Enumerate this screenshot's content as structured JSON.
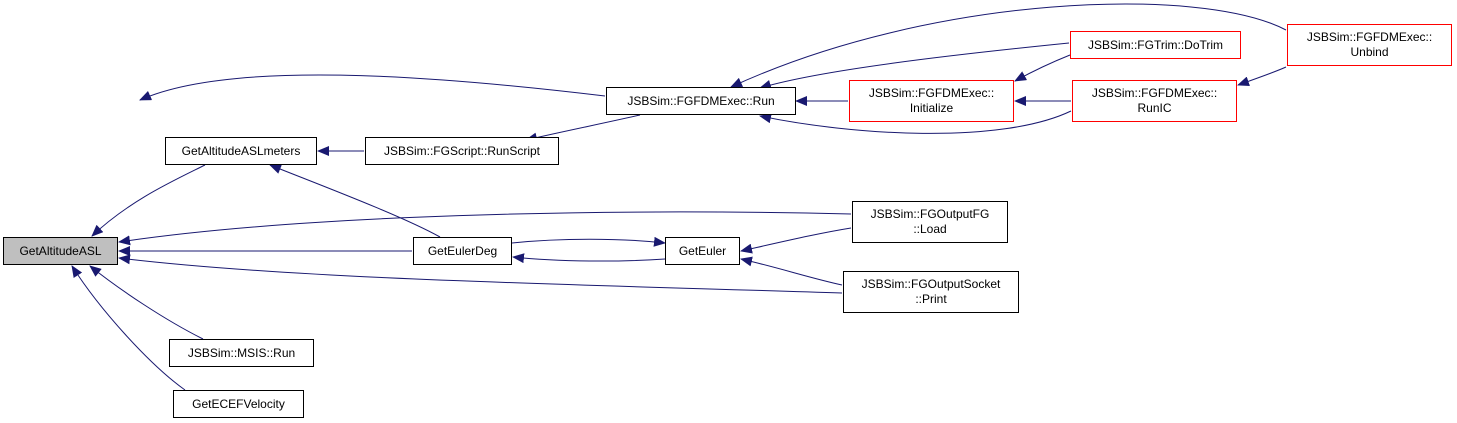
{
  "colors": {
    "edge": "#191970",
    "node_border": "#000000",
    "incomplete_border": "#ff0000",
    "current_fill": "#bfbfbf"
  },
  "nodes": {
    "GetAltitudeASL": {
      "lines": [
        "GetAltitudeASL"
      ],
      "status": "current"
    },
    "GetAltitudeASLmeters": {
      "lines": [
        "GetAltitudeASLmeters"
      ],
      "status": "normal"
    },
    "GetEulerDeg": {
      "lines": [
        "GetEulerDeg"
      ],
      "status": "normal"
    },
    "MSIS_Run": {
      "lines": [
        "JSBSim::MSIS::Run"
      ],
      "status": "normal"
    },
    "GetECEFVelocity": {
      "lines": [
        "GetECEFVelocity"
      ],
      "status": "normal"
    },
    "FGScript_RunScript": {
      "lines": [
        "JSBSim::FGScript::RunScript"
      ],
      "status": "normal"
    },
    "GetEuler": {
      "lines": [
        "GetEuler"
      ],
      "status": "normal"
    },
    "FGFDMExec_Run": {
      "lines": [
        "JSBSim::FGFDMExec::Run"
      ],
      "status": "normal"
    },
    "FGFDMExec_Initialize": {
      "lines": [
        "JSBSim::FGFDMExec::",
        "Initialize"
      ],
      "status": "incomplete"
    },
    "FGTrim_DoTrim": {
      "lines": [
        "JSBSim::FGTrim::DoTrim"
      ],
      "status": "incomplete"
    },
    "FGFDMExec_RunIC": {
      "lines": [
        "JSBSim::FGFDMExec::",
        "RunIC"
      ],
      "status": "incomplete"
    },
    "FGOutputFG_Load": {
      "lines": [
        "JSBSim::FGOutputFG",
        "::Load"
      ],
      "status": "normal"
    },
    "FGOutputSocket_Print": {
      "lines": [
        "JSBSim::FGOutputSocket",
        "::Print"
      ],
      "status": "normal"
    },
    "FGFDMExec_Unbind": {
      "lines": [
        "JSBSim::FGFDMExec::",
        "Unbind"
      ],
      "status": "incomplete"
    }
  },
  "edges": [
    {
      "from": "GetAltitudeASLmeters",
      "to": "GetAltitudeASL"
    },
    {
      "from": "GetEulerDeg",
      "to": "GetAltitudeASL"
    },
    {
      "from": "MSIS_Run",
      "to": "GetAltitudeASL"
    },
    {
      "from": "GetECEFVelocity",
      "to": "GetAltitudeASL"
    },
    {
      "from": "FGFDMExec_Run",
      "to": "GetAltitudeASL"
    },
    {
      "from": "FGOutputFG_Load",
      "to": "GetAltitudeASL"
    },
    {
      "from": "FGOutputSocket_Print",
      "to": "GetAltitudeASL"
    },
    {
      "from": "FGScript_RunScript",
      "to": "GetAltitudeASLmeters"
    },
    {
      "from": "GetEulerDeg",
      "to": "GetAltitudeASLmeters"
    },
    {
      "from": "GetEuler",
      "to": "GetEulerDeg"
    },
    {
      "from": "GetEulerDeg",
      "to": "GetEuler"
    },
    {
      "from": "FGOutputFG_Load",
      "to": "GetEuler"
    },
    {
      "from": "FGOutputSocket_Print",
      "to": "GetEuler"
    },
    {
      "from": "FGFDMExec_Run",
      "to": "FGScript_RunScript"
    },
    {
      "from": "FGFDMExec_Initialize",
      "to": "FGFDMExec_Run"
    },
    {
      "from": "FGTrim_DoTrim",
      "to": "FGFDMExec_Run"
    },
    {
      "from": "FGFDMExec_RunIC",
      "to": "FGFDMExec_Run"
    },
    {
      "from": "FGFDMExec_Unbind",
      "to": "FGFDMExec_Run"
    },
    {
      "from": "FGTrim_DoTrim",
      "to": "FGFDMExec_Initialize"
    },
    {
      "from": "FGFDMExec_RunIC",
      "to": "FGFDMExec_Initialize"
    },
    {
      "from": "FGFDMExec_Unbind",
      "to": "FGFDMExec_RunIC"
    }
  ]
}
